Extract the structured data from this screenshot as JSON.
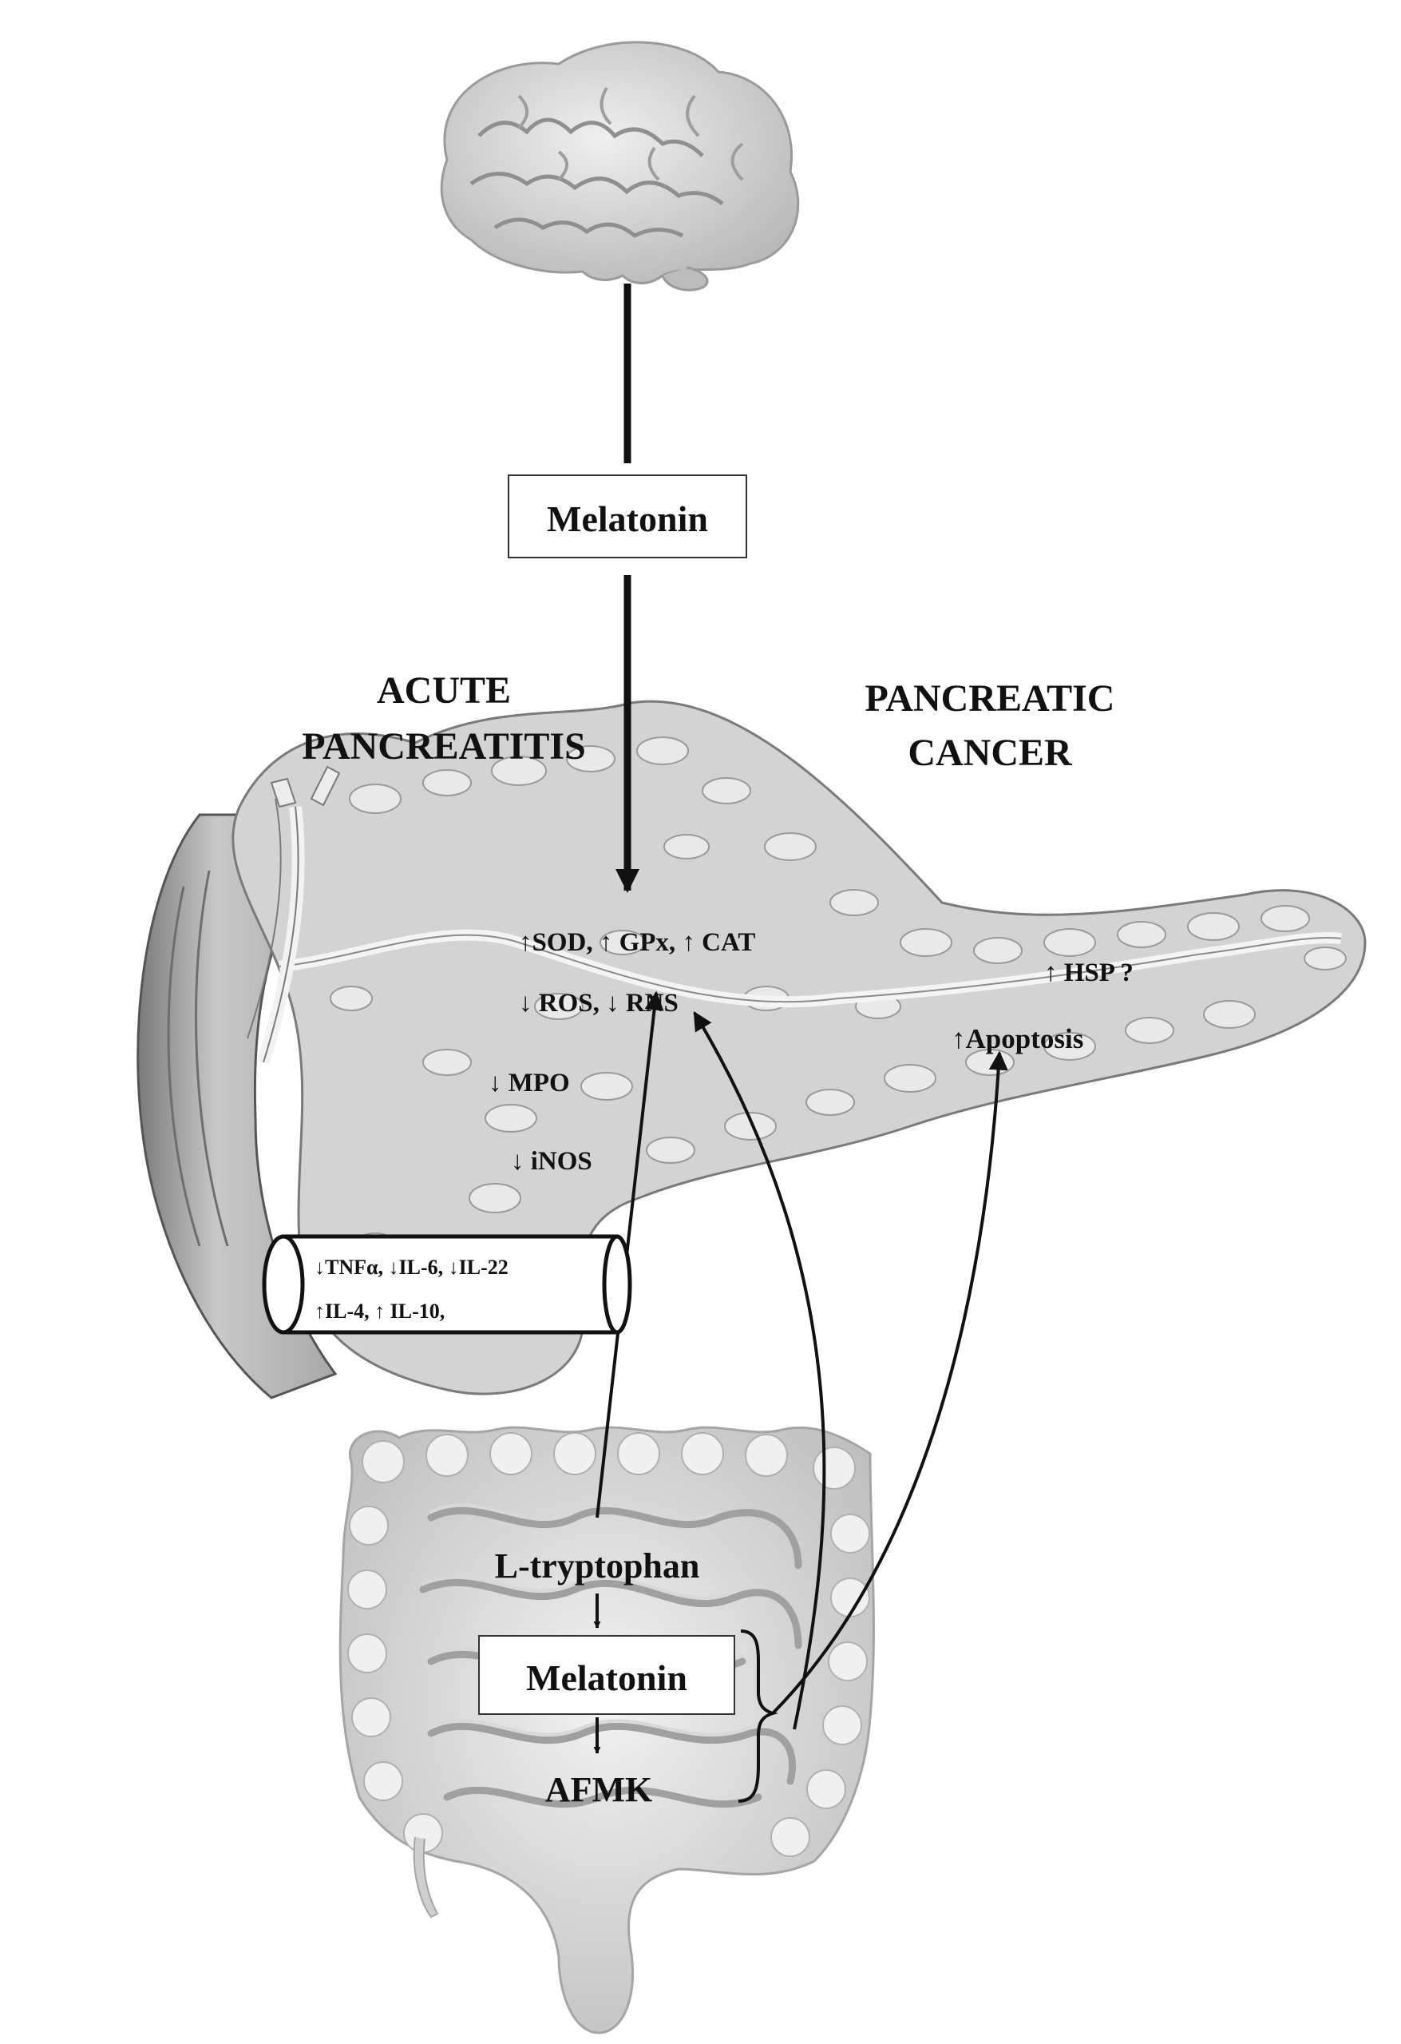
{
  "labels": {
    "melatonin_top": "Melatonin",
    "acute_line1": "ACUTE",
    "acute_line2": "PANCREATITIS",
    "cancer_line1": "PANCREATIC",
    "cancer_line2": "CANCER",
    "enzymes": "↑SOD, ↑ GPx, ↑ CAT",
    "ros_rns": "↓ ROS, ↓ RNS",
    "mpo": "↓ MPO",
    "inos": "↓ iNOS",
    "hsp": "↑  HSP ?",
    "apoptosis": "↑Apoptosis",
    "cytokines_line1": "↓TNFα, ↓IL-6, ↓IL-22",
    "cytokines_line2": "↑IL-4, ↑ IL-10,",
    "ltryptophan": "L-tryptophan",
    "melatonin_gut": "Melatonin",
    "afmk": "AFMK"
  },
  "colors": {
    "ink": "#111111",
    "organ_fill": "#d2d2d2",
    "organ_light": "#e6e6e6",
    "organ_dark": "#8a8a8a"
  }
}
